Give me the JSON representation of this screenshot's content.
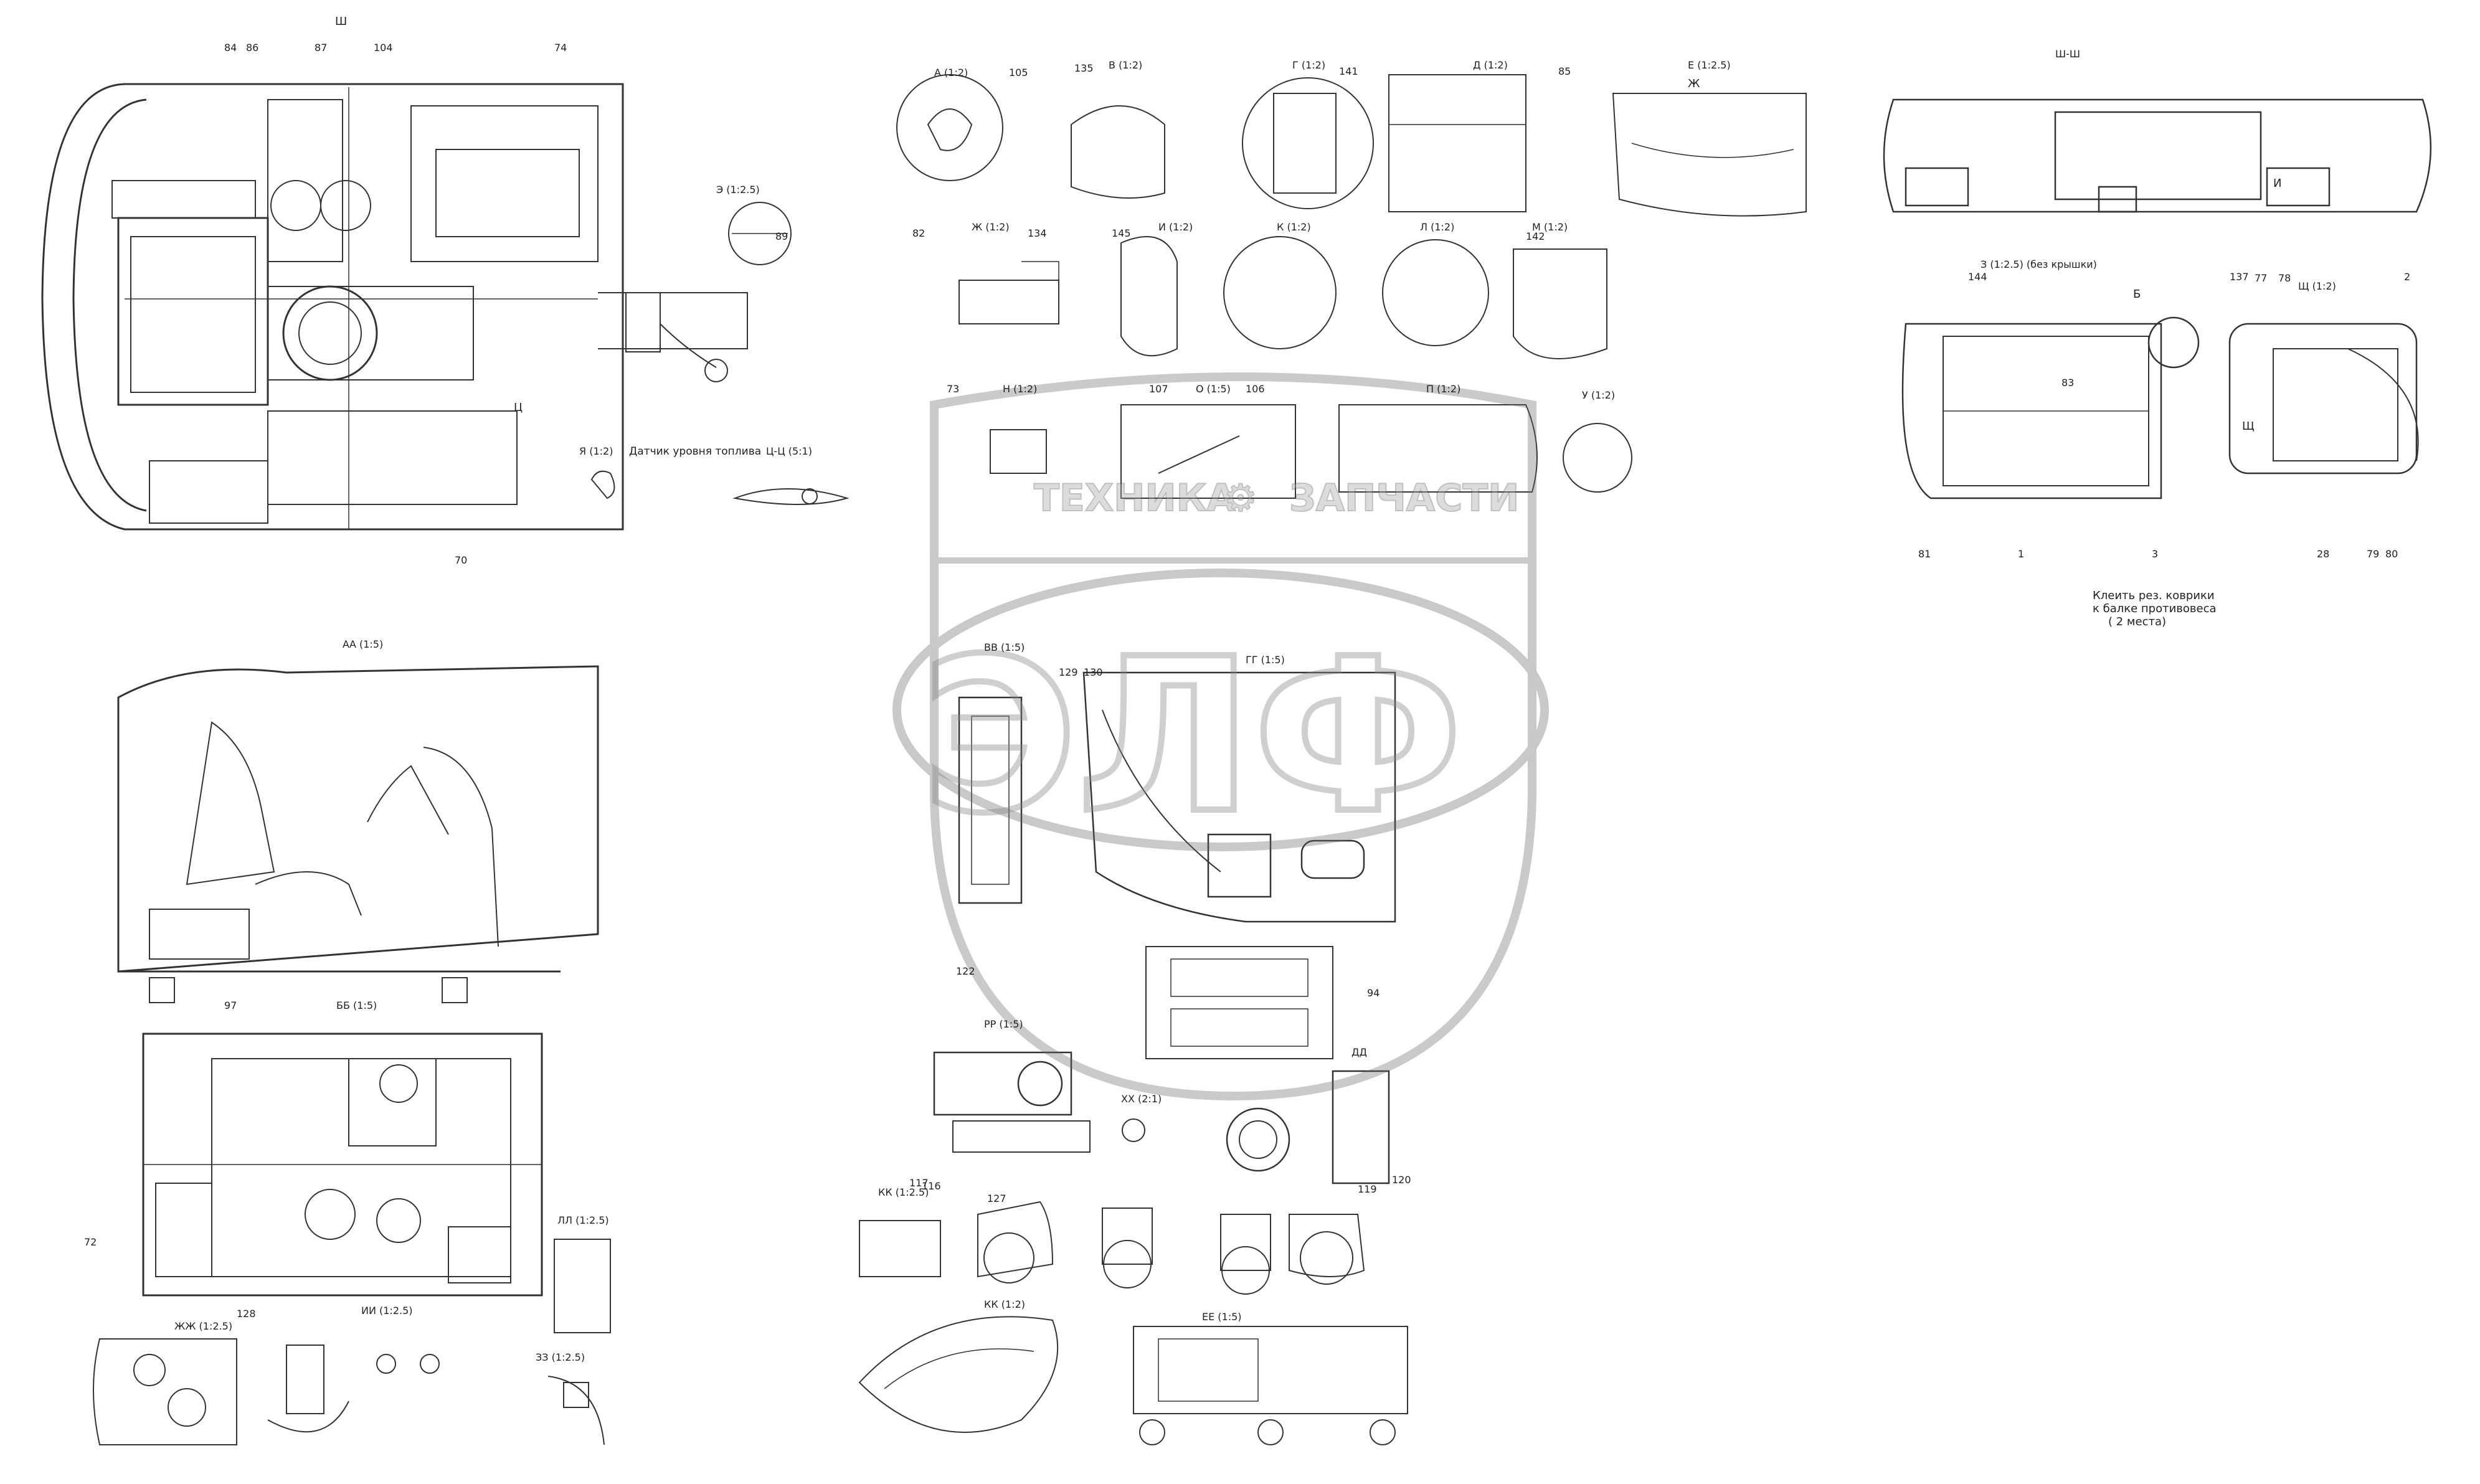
{
  "page": {
    "sections": [
      {
        "key": "sec-a",
        "text": "А (1:2)"
      },
      {
        "key": "sec-b",
        "text": "В (1:2)"
      },
      {
        "key": "sec-g",
        "text": "Г (1:2)"
      },
      {
        "key": "sec-d",
        "text": "Д (1:2)"
      },
      {
        "key": "sec-e",
        "text": "Е (1:2.5)"
      },
      {
        "key": "sec-shsh",
        "text": "Ш-Ш"
      },
      {
        "key": "sec-zh",
        "text": "Ж (1:2)"
      },
      {
        "key": "sec-i",
        "text": "И (1:2)"
      },
      {
        "key": "sec-k",
        "text": "К (1:2)"
      },
      {
        "key": "sec-l",
        "text": "Л (1:2)"
      },
      {
        "key": "sec-m",
        "text": "М (1:2)"
      },
      {
        "key": "sec-e2",
        "text": "Э (1:2.5)"
      },
      {
        "key": "sec-n",
        "text": "Н (1:2)"
      },
      {
        "key": "sec-o",
        "text": "О (1:5)"
      },
      {
        "key": "sec-p",
        "text": "П (1:2)"
      },
      {
        "key": "sec-u",
        "text": "У (1:2)"
      },
      {
        "key": "sec-z",
        "text": "З (1:2.5) (без крышки)"
      },
      {
        "key": "sec-sch",
        "text": "Щ (1:2)"
      },
      {
        "key": "sec-ya",
        "text": "Я (1:2)"
      },
      {
        "key": "sec-cc",
        "text": "Ц-Ц (5:1)"
      },
      {
        "key": "sec-aa",
        "text": "АА (1:5)"
      },
      {
        "key": "sec-bb",
        "text": "ББ (1:5)"
      },
      {
        "key": "sec-vv",
        "text": "ВВ (1:5)"
      },
      {
        "key": "sec-gg",
        "text": "ГГ (1:5)"
      },
      {
        "key": "sec-rr",
        "text": "РР (1:5)"
      },
      {
        "key": "sec-xx",
        "text": "ХХ (2:1)"
      },
      {
        "key": "sec-dd",
        "text": "ДД"
      },
      {
        "key": "sec-ll",
        "text": "ЛЛ (1:2.5)"
      },
      {
        "key": "sec-zhzh",
        "text": "ЖЖ (1:2.5)"
      },
      {
        "key": "sec-ii",
        "text": "ИИ (1:2.5)"
      },
      {
        "key": "sec-zz",
        "text": "ЗЗ (1:2.5)"
      },
      {
        "key": "sec-kk",
        "text": "КК (1:2.5)"
      },
      {
        "key": "sec-kk2",
        "text": "КК (1:2)"
      },
      {
        "key": "sec-ee",
        "text": "ЕЕ (1:5)"
      }
    ],
    "notes": [
      {
        "key": "note-fuel",
        "text": "Датчик уровня топлива"
      },
      {
        "key": "note-glue1",
        "text": "Клеить рез. коврики"
      },
      {
        "key": "note-glue2",
        "text": "к балке противовеса"
      },
      {
        "key": "note-glue3",
        "text": "( 2 места)"
      }
    ],
    "markers": [
      {
        "key": "m-sh1",
        "text": "Ш"
      },
      {
        "key": "m-b",
        "text": "Б"
      },
      {
        "key": "m-sch",
        "text": "Щ"
      },
      {
        "key": "m-ts",
        "text": "Ц"
      },
      {
        "key": "m-zh",
        "text": "Ж"
      },
      {
        "key": "m-i",
        "text": "И"
      }
    ],
    "callouts": [
      {
        "key": "c1",
        "text": "84"
      },
      {
        "key": "c2",
        "text": "86"
      },
      {
        "key": "c3",
        "text": "87"
      },
      {
        "key": "c4",
        "text": "104"
      },
      {
        "key": "c5",
        "text": "74"
      },
      {
        "key": "c6",
        "text": "105"
      },
      {
        "key": "c7",
        "text": "135"
      },
      {
        "key": "c8",
        "text": "141"
      },
      {
        "key": "c9",
        "text": "83"
      },
      {
        "key": "c10",
        "text": "82"
      },
      {
        "key": "c11",
        "text": "134"
      },
      {
        "key": "c12",
        "text": "145"
      },
      {
        "key": "c13",
        "text": "142"
      },
      {
        "key": "c14",
        "text": "107"
      },
      {
        "key": "c15",
        "text": "106"
      },
      {
        "key": "c16",
        "text": "144"
      },
      {
        "key": "c17",
        "text": "137"
      },
      {
        "key": "c18",
        "text": "81"
      },
      {
        "key": "c19",
        "text": "1"
      },
      {
        "key": "c20",
        "text": "3"
      },
      {
        "key": "c21",
        "text": "70"
      },
      {
        "key": "c22",
        "text": "97"
      },
      {
        "key": "c23",
        "text": "72"
      },
      {
        "key": "c24",
        "text": "127"
      },
      {
        "key": "c25",
        "text": "128"
      },
      {
        "key": "c26",
        "text": "117"
      },
      {
        "key": "c27",
        "text": "116"
      },
      {
        "key": "c28",
        "text": "130"
      },
      {
        "key": "c29",
        "text": "129"
      },
      {
        "key": "c30",
        "text": "122"
      },
      {
        "key": "c31",
        "text": "119"
      },
      {
        "key": "c32",
        "text": "120"
      },
      {
        "key": "c33",
        "text": "94"
      },
      {
        "key": "c34",
        "text": "78"
      },
      {
        "key": "c35",
        "text": "77"
      },
      {
        "key": "c36",
        "text": "2"
      },
      {
        "key": "c37",
        "text": "28"
      },
      {
        "key": "c38",
        "text": "79"
      },
      {
        "key": "c39",
        "text": "80"
      },
      {
        "key": "c40",
        "text": "85"
      },
      {
        "key": "c41",
        "text": "89"
      },
      {
        "key": "c42",
        "text": "73"
      }
    ]
  },
  "watermark": {
    "line1": "ТЕХНИКА",
    "line2": "ЗАПЧАСТИ",
    "mark": "ЭЛФ"
  }
}
